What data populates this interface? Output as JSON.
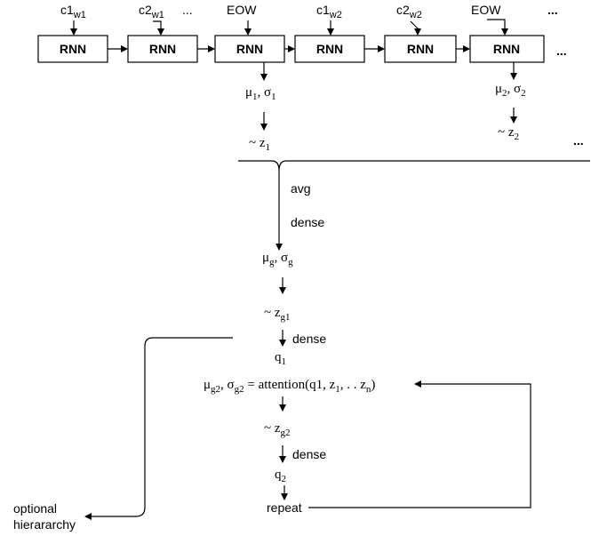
{
  "encoder": {
    "rnn_label": "RNN",
    "inputs": [
      {
        "base": "c1",
        "sub": "w1"
      },
      {
        "base": "c2",
        "sub": "w1"
      },
      {
        "base": "EOW",
        "sub": ""
      },
      {
        "base": "c1",
        "sub": "w2"
      },
      {
        "base": "c2",
        "sub": "w2"
      },
      {
        "base": "EOW",
        "sub": ""
      }
    ],
    "ellipsis": "...",
    "ellipsis_top": "...",
    "ellipsis_bottom": "..."
  },
  "word_latents": [
    {
      "mu": "μ",
      "mu_sub": "1",
      "comma": ", ",
      "sigma": "σ",
      "sigma_sub": "1",
      "z": "~ z",
      "z_sub": "1"
    },
    {
      "mu": "μ",
      "mu_sub": "2",
      "comma": ", ",
      "sigma": "σ",
      "sigma_sub": "2",
      "z": "~ z",
      "z_sub": "2"
    }
  ],
  "global": {
    "avg_label": "avg",
    "dense_label_1": "dense",
    "mu": "μ",
    "mu_sub": "g",
    "comma": ", ",
    "sigma": "σ",
    "sigma_sub": "g",
    "z": "~ z",
    "z_sub": "g1",
    "dense_label_2": "dense",
    "q": "q",
    "q_sub": "1"
  },
  "attention": {
    "mu": "μ",
    "mu_sub": "g2",
    "comma": ", ",
    "sigma": "σ",
    "sigma_sub": "g2",
    "expr_a": " = attention(q1, z",
    "expr_sub1": "1",
    "expr_b": ", . . z",
    "expr_sub2": "n",
    "expr_c": ")"
  },
  "global2": {
    "z": "~ z",
    "z_sub": "g2",
    "dense_label": "dense",
    "q": "q",
    "q_sub": "2",
    "repeat_label": "repeat"
  },
  "side_note": {
    "line1": "optional",
    "line2": "hierararchy"
  }
}
